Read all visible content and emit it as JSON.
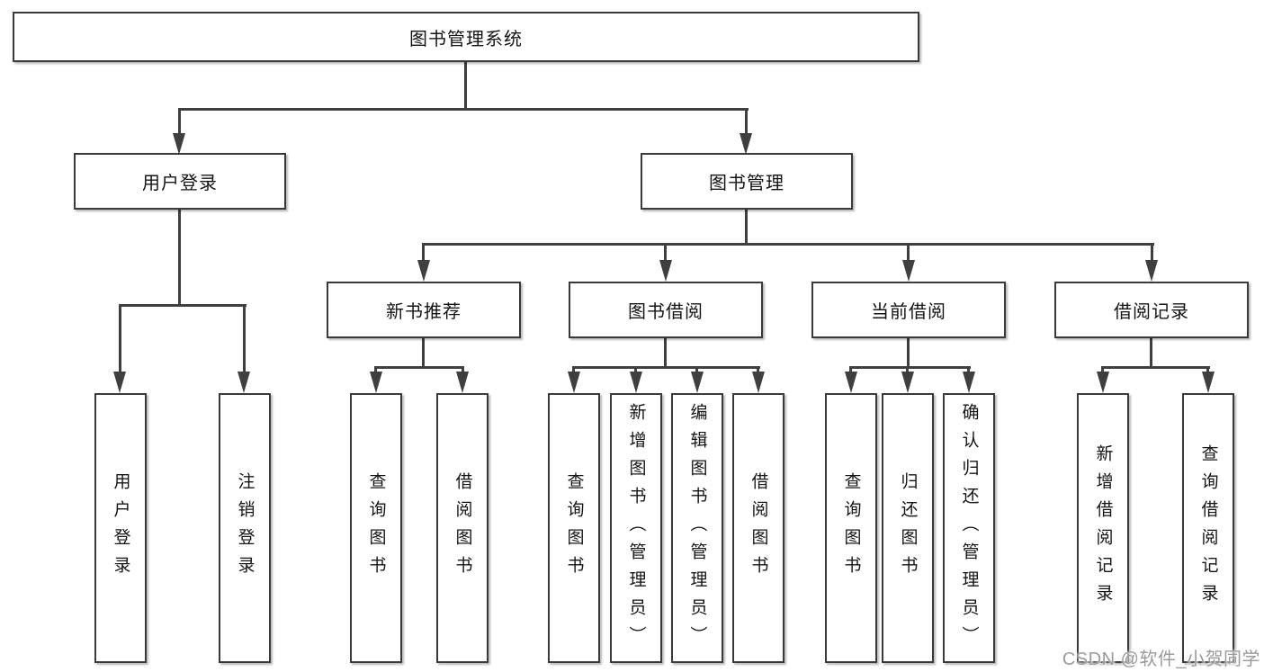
{
  "colors": {
    "background": "#ffffff",
    "line": "#3f3f3f",
    "box_border": "#3a3a3a",
    "box_fill": "#ffffff",
    "text": "#141414",
    "watermark_text": "#9b9b9b"
  },
  "nodes": {
    "root": "图书管理系统",
    "user_login": "用户登录",
    "book_mgmt": "图书管理",
    "new_book_rec": "新书推荐",
    "book_borrow": "图书借阅",
    "current_borrow": "当前借阅",
    "borrow_record": "借阅记录",
    "leaf_user_login": "用户登录",
    "leaf_logout": "注销登录",
    "rec_query_book": "查询图书",
    "rec_borrow_book": "借阅图书",
    "bb_query_book": "查询图书",
    "bb_add_book": "新增图书（管理员）",
    "bb_edit_book": "编辑图书（管理员）",
    "bb_borrow_book": "借阅图书",
    "cb_query_book": "查询图书",
    "cb_return_book": "归还图书",
    "cb_confirm_return": "确认归还（管理员）",
    "br_add_record": "新增借阅记录",
    "br_query_record": "查询借阅记录"
  },
  "hierarchy": {
    "图书管理系统": {
      "用户登录": [
        "用户登录",
        "注销登录"
      ],
      "图书管理": {
        "新书推荐": [
          "查询图书",
          "借阅图书"
        ],
        "图书借阅": [
          "查询图书",
          "新增图书（管理员）",
          "编辑图书（管理员）",
          "借阅图书"
        ],
        "当前借阅": [
          "查询图书",
          "归还图书",
          "确认归还（管理员）"
        ],
        "借阅记录": [
          "新增借阅记录",
          "查询借阅记录"
        ]
      }
    }
  },
  "watermark": {
    "text": "CSDN @软件_小贺同学"
  }
}
